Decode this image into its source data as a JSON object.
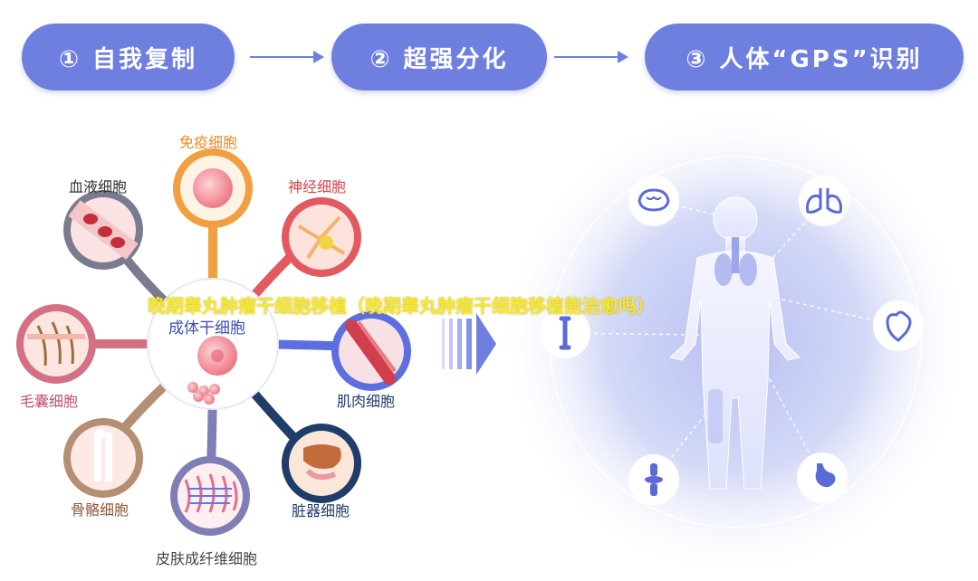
{
  "steps": [
    {
      "label": "① 自我复制"
    },
    {
      "label": "② 超强分化"
    },
    {
      "label": "③ 人体“GPS”识别"
    }
  ],
  "center": {
    "label": "成体干细胞"
  },
  "cells": {
    "immune": "免疫细胞",
    "nerve": "神经细胞",
    "muscle": "肌肉细胞",
    "organ": "脏器细胞",
    "skin": "皮肤成纤维细胞",
    "bone": "骨骼细胞",
    "hair": "毛囊细胞",
    "blood": "血液细胞"
  },
  "organs": [
    "brain-icon",
    "lung-icon",
    "heart-icon",
    "stomach-icon",
    "joint-icon",
    "bone-icon"
  ],
  "overlay_title": "晚期睾丸肿瘤干细胞移植（晚期睾丸肿瘤干细胞移植能治愈吗）",
  "colors": {
    "accent": "#6f7fe0",
    "orange": "#f0a040",
    "red": "#e25a5f",
    "navy": "#1f3d68",
    "brown": "#b58f73",
    "pink": "#d47083",
    "gray": "#7b7b90"
  }
}
